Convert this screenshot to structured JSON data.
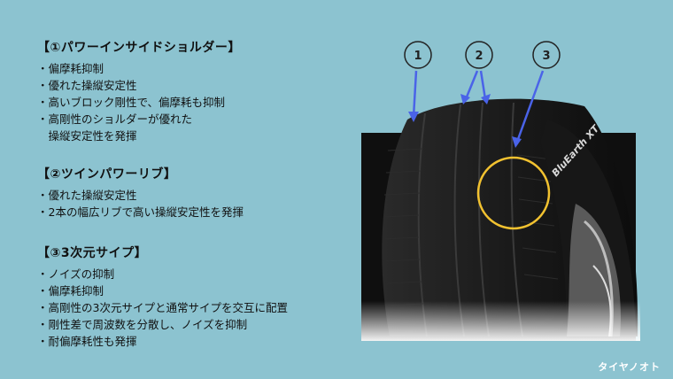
{
  "section1": {
    "heading": "【①パワーインサイドショルダー】",
    "items": [
      "・偏摩耗抑制",
      "・優れた操縦安定性",
      "・高いブロック剛性で、偏摩耗も抑制",
      "・高剛性のショルダーが優れた",
      "　操縦安定性を発揮"
    ]
  },
  "section2": {
    "heading": "【②ツインパワーリブ】",
    "items": [
      "・優れた操縦安定性",
      "・2本の幅広リブで高い操縦安定性を発揮"
    ]
  },
  "section3": {
    "heading": "【③3次元サイプ】",
    "items": [
      "・ノイズの抑制",
      "・偏摩耗抑制",
      "・高剛性の3次元サイプと通常サイプを交互に配置",
      "・剛性差で周波数を分散し、ノイズを抑制",
      "・耐偏摩耗性も発揮"
    ]
  },
  "callouts": [
    "1",
    "2",
    "3"
  ],
  "tire_brand": "BluEarth XT",
  "watermark": "タイヤノオト",
  "colors": {
    "background": "#8cc3d0",
    "callout_arrow": "#4a63e8",
    "highlight_ring": "#f2c230"
  }
}
